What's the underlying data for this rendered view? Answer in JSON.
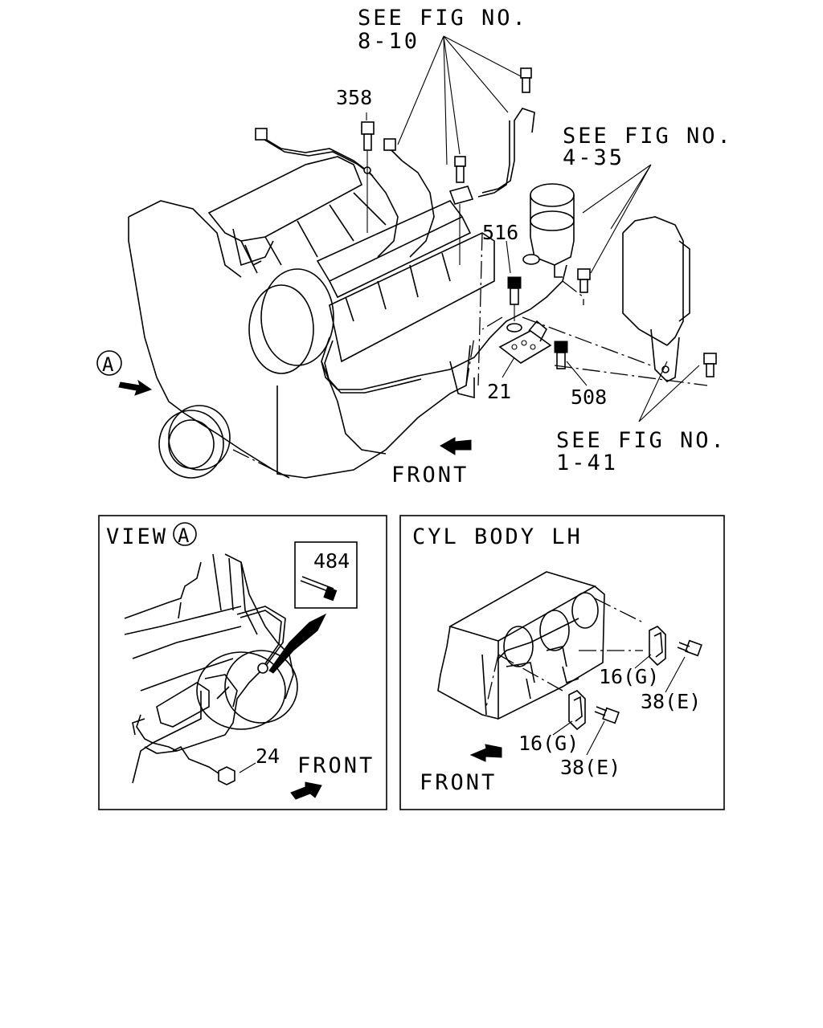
{
  "top": {
    "ref_8_10": {
      "line1": "SEE FIG NO.",
      "line2": "8-10"
    },
    "ref_4_35": {
      "line1": "SEE FIG NO.",
      "line2": "4-35"
    },
    "ref_1_41": {
      "line1": "SEE FIG NO.",
      "line2": "1-41"
    },
    "callouts": {
      "c358": "358",
      "c516": "516",
      "c21": "21",
      "c508": "508"
    },
    "view_marker": "A",
    "front_label": "FRONT"
  },
  "view_a": {
    "title": "VIEW",
    "title_marker": "A",
    "part_box_number": "484",
    "callout_24": "24",
    "front_label": "FRONT"
  },
  "cyl_body": {
    "title": "CYL BODY LH",
    "callout_16g_upper": "16(G)",
    "callout_38e_upper": "38(E)",
    "callout_16g_lower": "16(G)",
    "callout_38e_lower": "38(E)",
    "front_label": "FRONT"
  }
}
